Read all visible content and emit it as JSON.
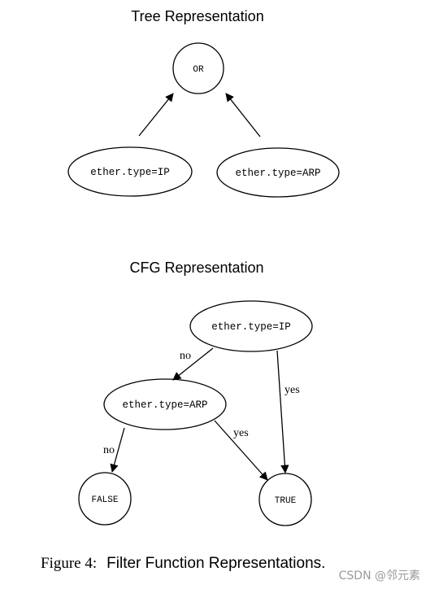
{
  "tree": {
    "title": "Tree Representation",
    "nodes": {
      "or": "OR",
      "ip": "ether.type=IP",
      "arp": "ether.type=ARP"
    }
  },
  "cfg": {
    "title": "CFG Representation",
    "nodes": {
      "ip": "ether.type=IP",
      "arp": "ether.type=ARP",
      "false": "FALSE",
      "true": "TRUE"
    },
    "edges": {
      "ip_no": "no",
      "ip_yes": "yes",
      "arp_no": "no",
      "arp_yes": "yes"
    }
  },
  "caption": {
    "figure": "Figure 4:",
    "text": "Filter Function Representations."
  },
  "watermark": "CSDN @邻元素"
}
